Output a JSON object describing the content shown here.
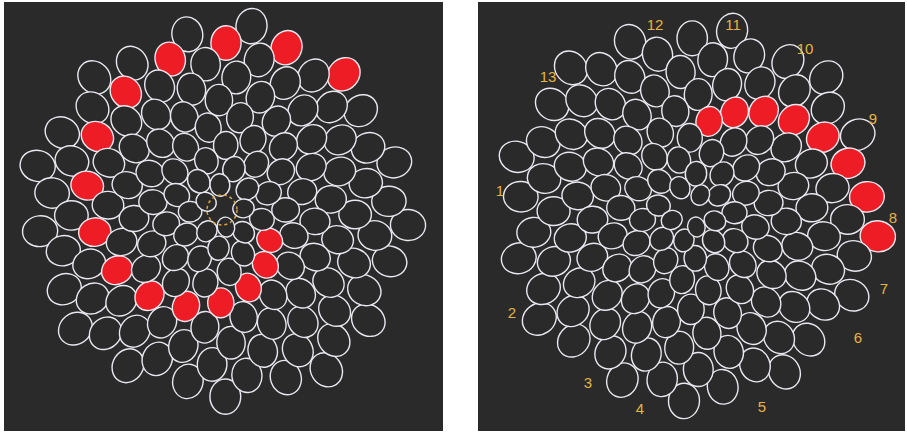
{
  "diagram": {
    "labels": [
      "12",
      "11",
      "10",
      "13",
      "9",
      "1",
      "8",
      "2",
      "7",
      "6",
      "3",
      "4",
      "5"
    ]
  }
}
